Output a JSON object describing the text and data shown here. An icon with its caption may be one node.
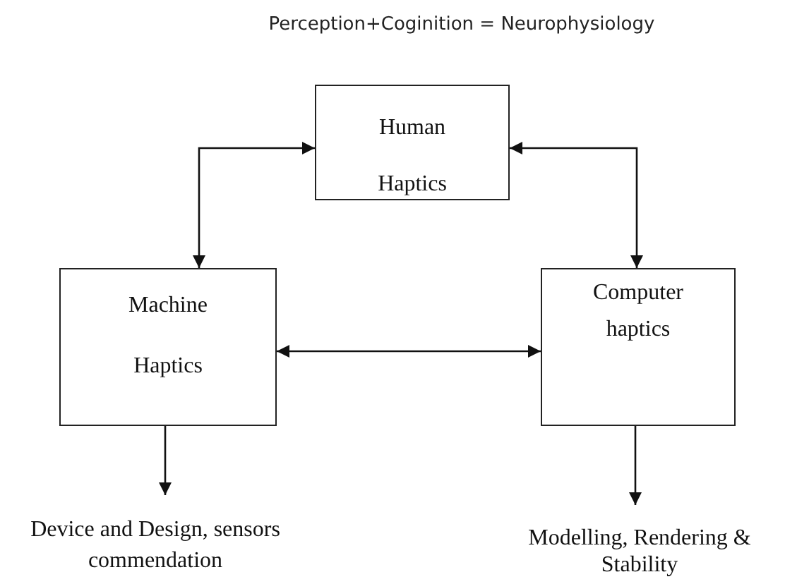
{
  "diagram": {
    "title": "Perception+Coginition = Neurophysiology",
    "nodes": [
      {
        "text": [
          "Human Haptics"
        ]
      },
      {
        "text": [
          "Machine Haptics"
        ]
      },
      {
        "text": [
          "Computer haptics"
        ]
      },
      {
        "text": [
          "Device and Design, sensors commendation"
        ]
      },
      {
        "text": [
          "Modelling, Rendering & Stability"
        ]
      }
    ],
    "edges": [
      {
        "from": 0,
        "to": 1,
        "arrow": "both"
      },
      {
        "from": 0,
        "to": 2,
        "arrow": "both"
      },
      {
        "from": 1,
        "to": 2,
        "arrow": "both"
      },
      {
        "from": 1,
        "to": 3,
        "arrow": "to"
      },
      {
        "from": 2,
        "to": 4,
        "arrow": "to"
      }
    ]
  }
}
